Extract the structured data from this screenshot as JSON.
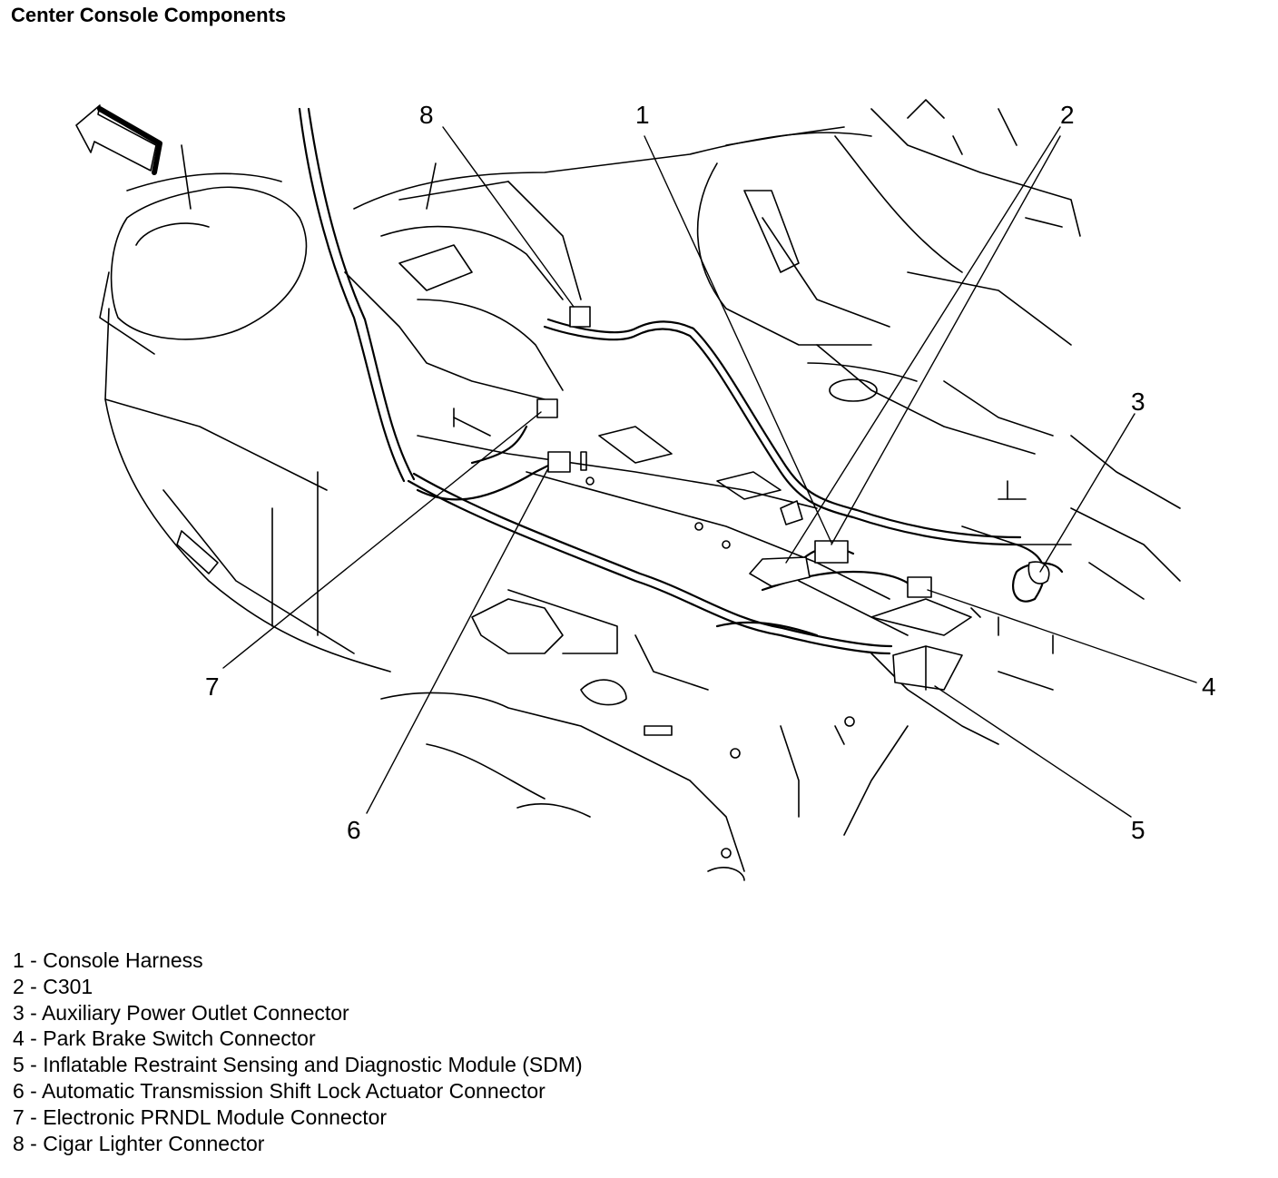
{
  "title": "Center Console Components",
  "callouts": [
    "1",
    "2",
    "3",
    "4",
    "5",
    "6",
    "7",
    "8"
  ],
  "legend": [
    "1 - Console Harness",
    "2 - C301",
    "3 - Auxiliary Power Outlet Connector",
    "4 - Park Brake Switch Connector",
    "5 - Inflatable Restraint Sensing and Diagnostic Module (SDM)",
    "6 - Automatic Transmission Shift Lock Actuator Connector",
    "7 - Electronic PRNDL Module Connector",
    "8 - Cigar Lighter Connector"
  ]
}
